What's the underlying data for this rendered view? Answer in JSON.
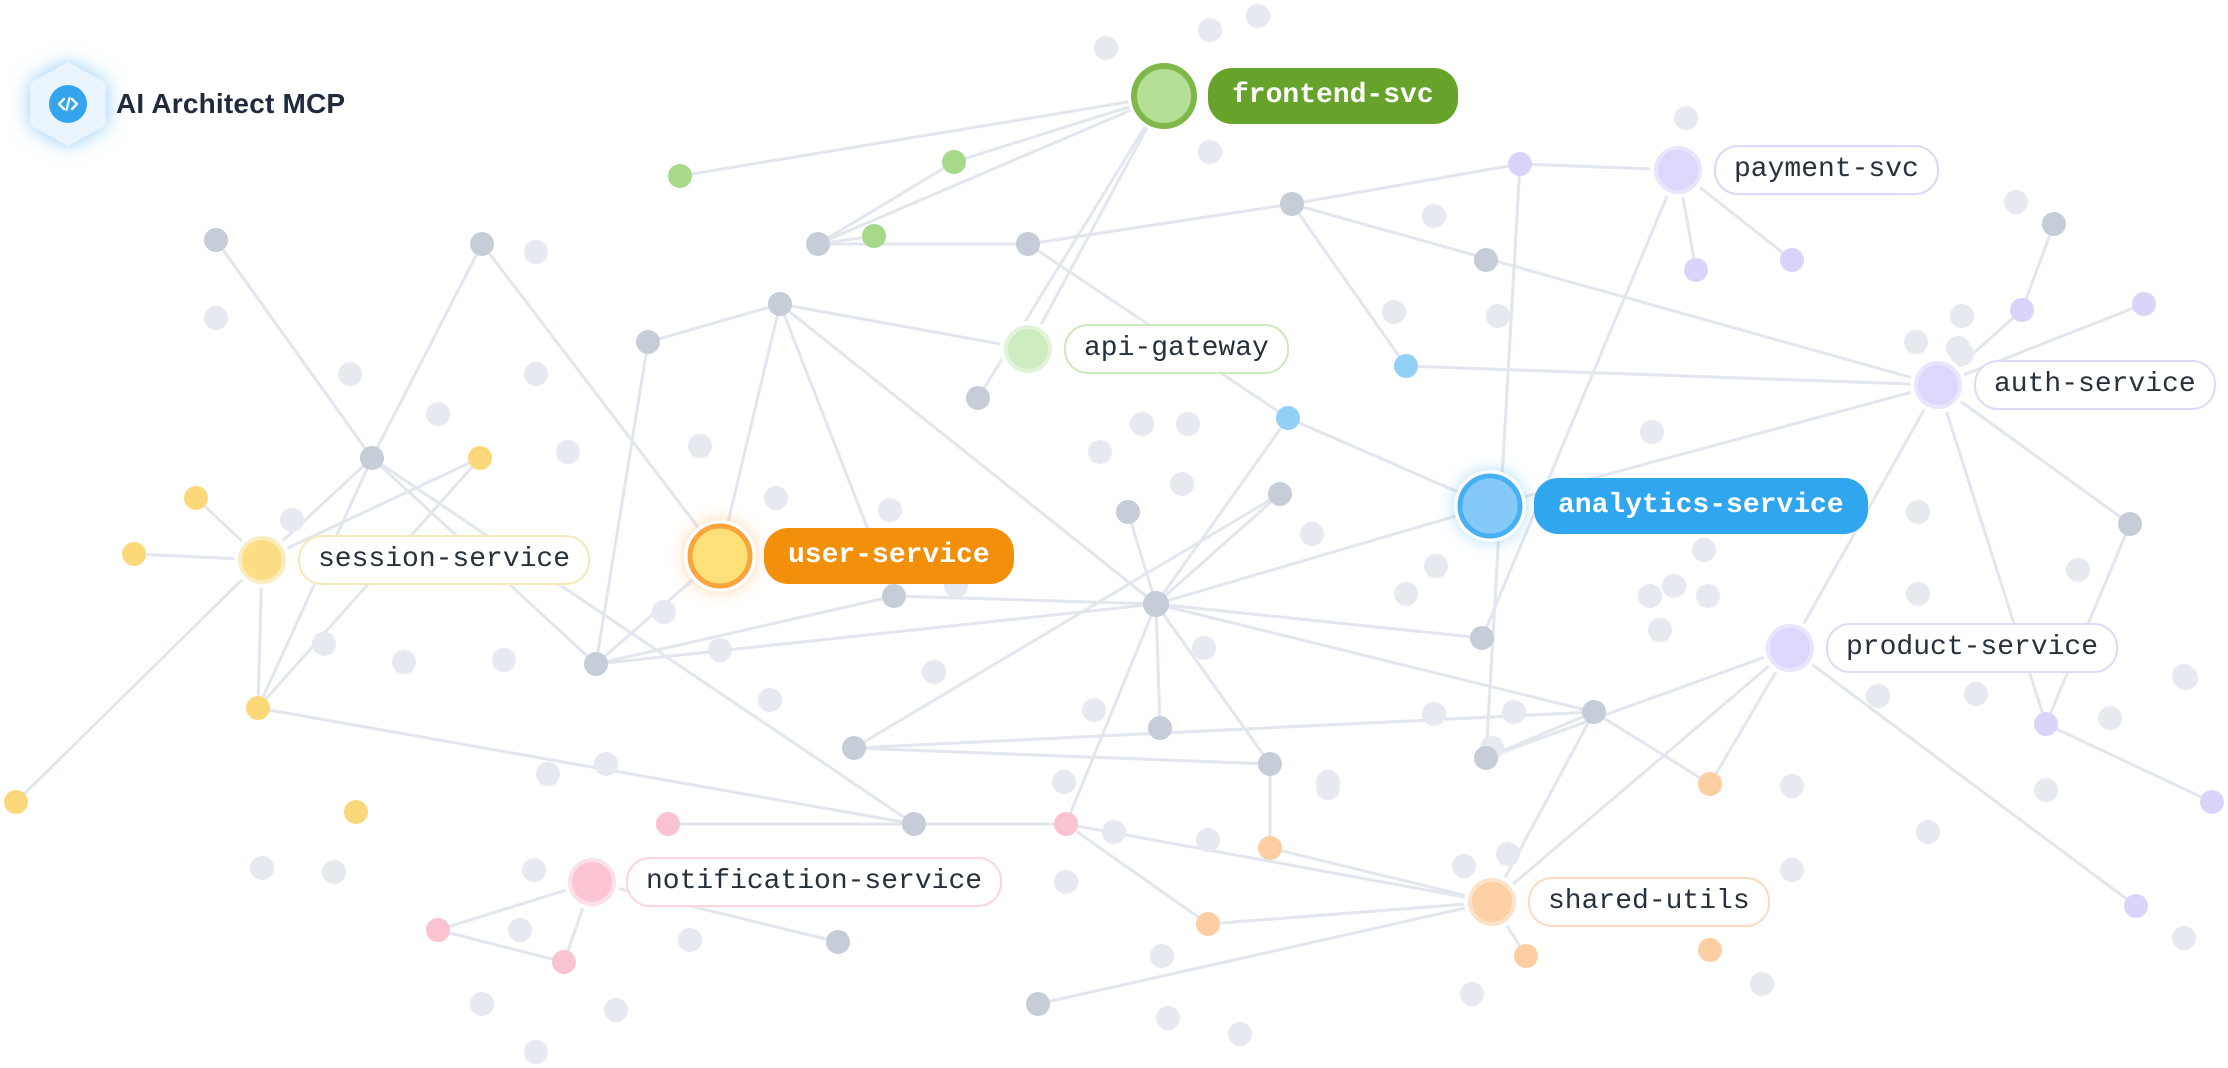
{
  "app": {
    "title": "AI Architect MCP",
    "logo_icon": "code-chat-icon"
  },
  "services": [
    {
      "name": "frontend-svc",
      "style": "solid",
      "color": "#67a32b"
    },
    {
      "name": "payment-svc",
      "style": "outline",
      "color": "#b9b2ef"
    },
    {
      "name": "api-gateway",
      "style": "outline",
      "color": "#b5dd9f"
    },
    {
      "name": "auth-service",
      "style": "outline",
      "color": "#c6c0f2"
    },
    {
      "name": "session-service",
      "style": "outline",
      "color": "#f6df94"
    },
    {
      "name": "user-service",
      "style": "solid",
      "color": "#f2900c"
    },
    {
      "name": "analytics-service",
      "style": "solid",
      "color": "#2fa6ee"
    },
    {
      "name": "product-service",
      "style": "outline",
      "color": "#cbc5f2"
    },
    {
      "name": "notification-service",
      "style": "outline",
      "color": "#f6c3cd"
    },
    {
      "name": "shared-utils",
      "style": "outline",
      "color": "#f7cfa6"
    }
  ],
  "colors": {
    "edge": "#e2e6ee",
    "node_gray": "#c6ccd8",
    "node_faint": "#e6e9ef",
    "green": "#a6d98a",
    "purple": "#d8d4fa",
    "blue": "#93d0f7",
    "yellow": "#fbd97a",
    "pink": "#fac3d0",
    "orange": "#fccfa2"
  }
}
